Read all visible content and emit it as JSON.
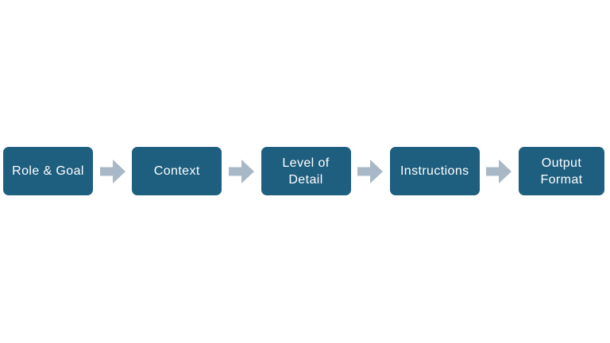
{
  "diagram": {
    "type": "process-flow",
    "direction": "left-to-right",
    "colors": {
      "background": "#ffffff",
      "box_fill": "#1e5e7e",
      "box_border": "#ffffff",
      "box_text": "#ffffff",
      "arrow_fill": "#a9b8c6"
    },
    "steps": [
      {
        "label": "Role & Goal"
      },
      {
        "label": "Context"
      },
      {
        "label": "Level of\nDetail"
      },
      {
        "label": "Instructions"
      },
      {
        "label": "Output\nFormat"
      }
    ]
  }
}
